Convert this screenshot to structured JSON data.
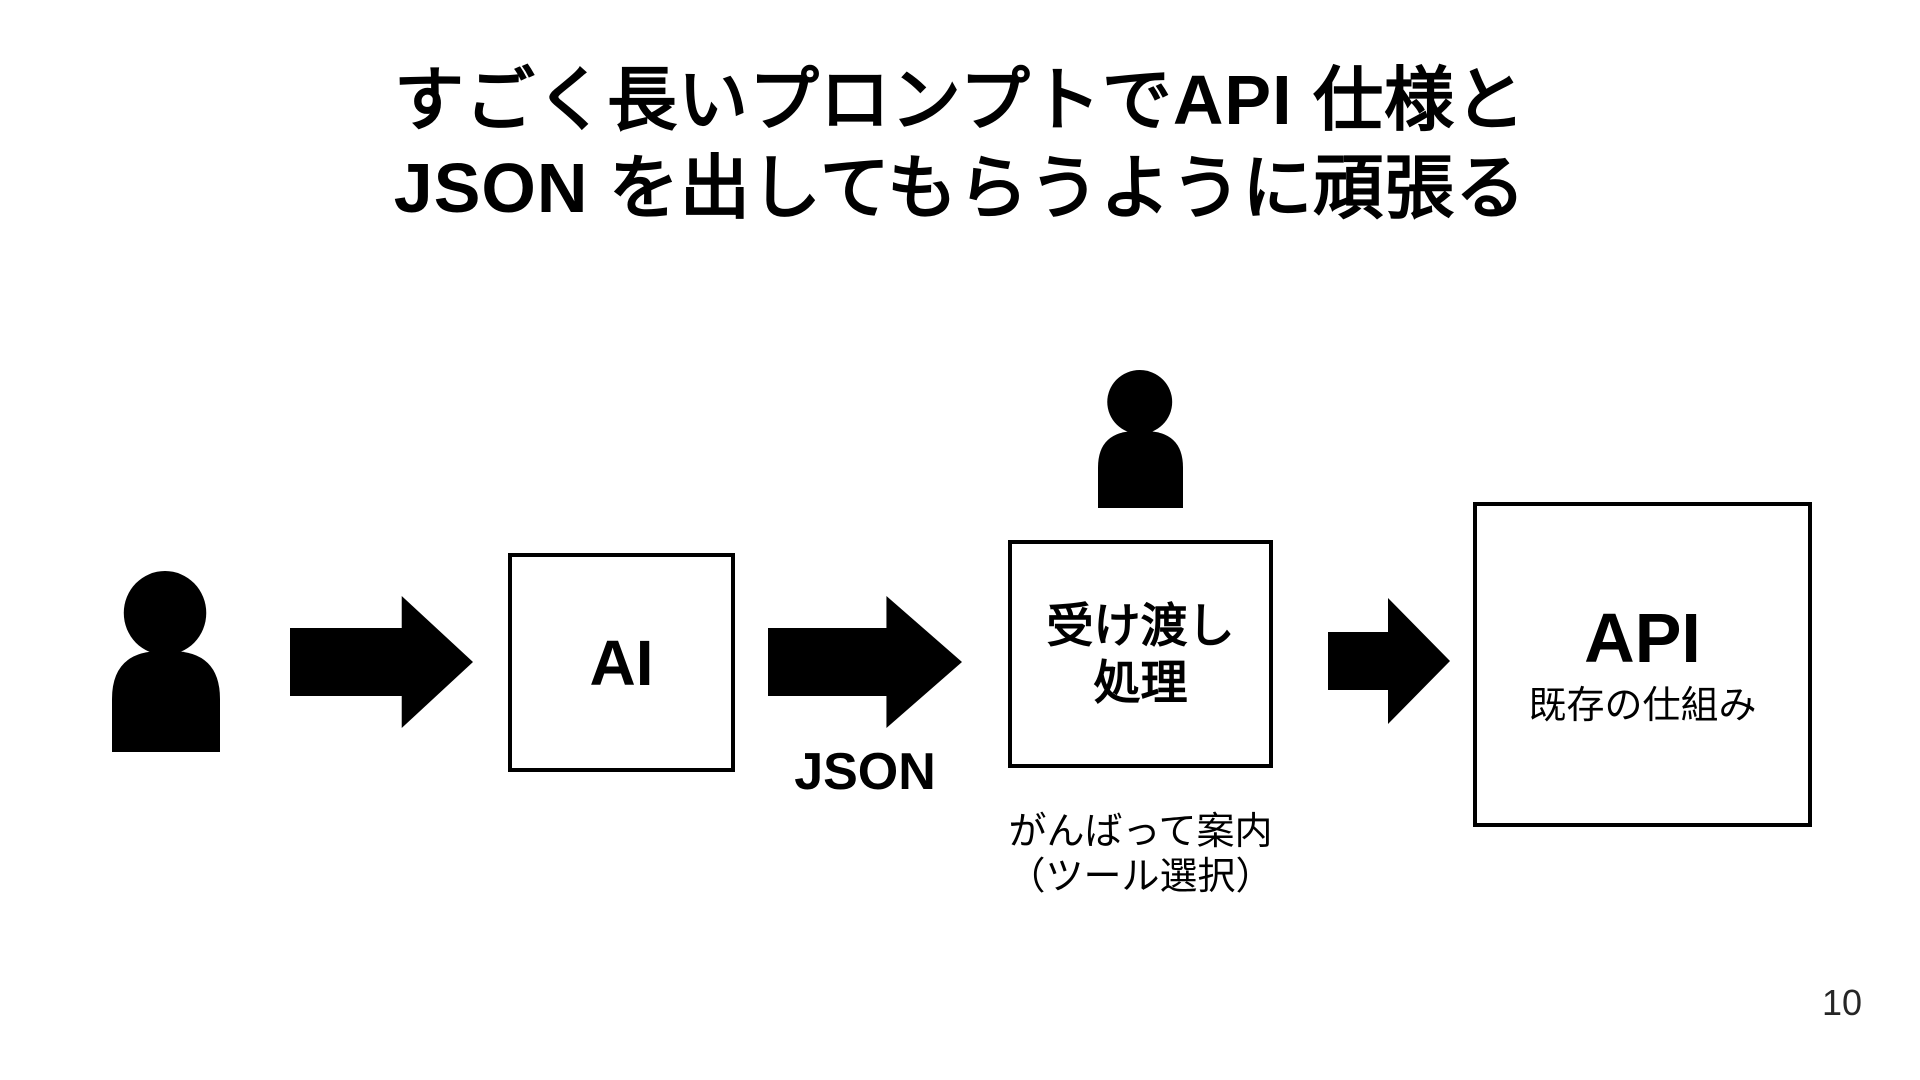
{
  "colors": {
    "foreground": "#000000",
    "background": "#ffffff",
    "page_number_color": "#262626"
  },
  "title": {
    "line1": "すごく長いプロンプトでAPI 仕様と",
    "line2": "JSON を出してもらうように頑張る"
  },
  "flow": {
    "user_icon": "person-silhouette-icon",
    "ai_box": {
      "label": "AI"
    },
    "json_label": "JSON",
    "handoff_person_icon": "person-silhouette-icon",
    "handoff_box": {
      "line1": "受け渡し",
      "line2": "処理"
    },
    "handoff_note": {
      "line1": "がんばって案内",
      "line2": "（ツール選択）"
    },
    "api_box": {
      "label": "API",
      "sublabel": "既存の仕組み"
    }
  },
  "footer": {
    "page_number": "10"
  }
}
